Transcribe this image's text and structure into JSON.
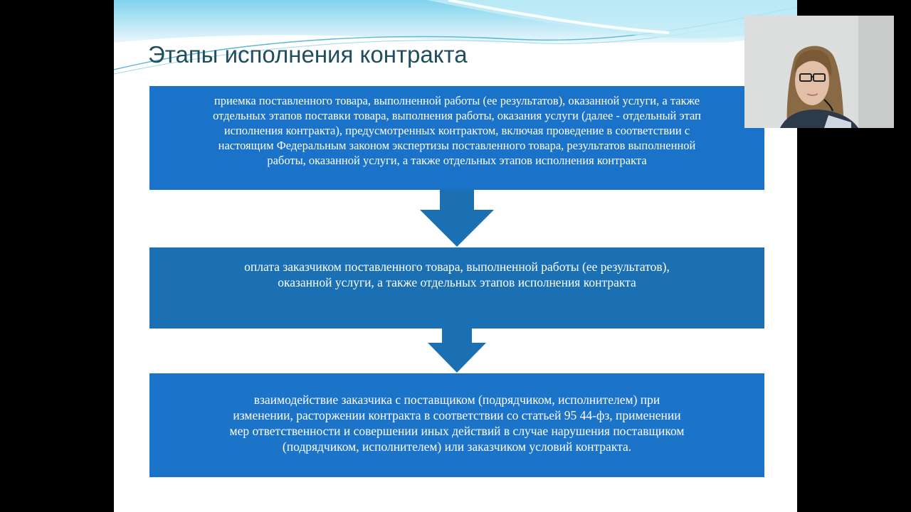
{
  "slide": {
    "title": "Этапы исполнения контракта",
    "steps": [
      {
        "lines": [
          "приемка поставленного товара, выполненной работы (ее результатов), оказанной услуги, а также",
          "отдельных этапов поставки товара, выполнения работы, оказания услуги (далее - отдельный этап",
          "исполнения контракта), предусмотренных контрактом, включая проведение в соответствии с",
          "настоящим Федеральным законом экспертизы поставленного товара, результатов выполненной",
          "работы, оказанной услуги, а также отдельных этапов исполнения контракта"
        ]
      },
      {
        "lines": [
          "оплата заказчиком поставленного товара, выполненной работы (ее результатов),",
          "оказанной услуги, а также отдельных этапов исполнения контракта"
        ]
      },
      {
        "lines": [
          "взаимодействие заказчика с поставщиком (подрядчиком, исполнителем) при",
          "изменении, расторжении контракта в соответствии со статьей 95 44-фз, применении",
          "мер ответственности и совершении иных действий в случае нарушения поставщиком",
          "(подрядчиком, исполнителем) или заказчиком условий контракта."
        ]
      }
    ]
  },
  "colors": {
    "title": "#1f4e5f",
    "box_primary": "#1a73c8",
    "box_secondary": "#1b70b4",
    "arrow": "#1b6fb3",
    "letterbox": "#000000"
  },
  "icons": [
    "arrow-down-icon"
  ]
}
